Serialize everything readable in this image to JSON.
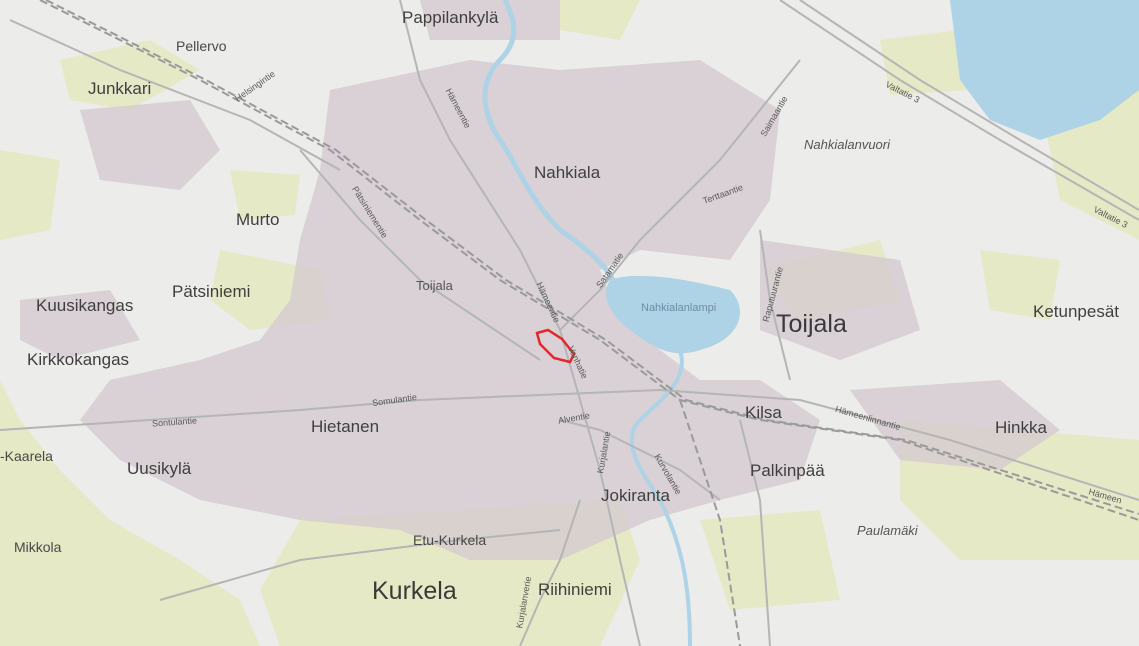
{
  "map": {
    "colors": {
      "land": "#ececea",
      "forest": "#e6e9c5",
      "urban": "#d4cbcf",
      "water": "#aed2e6",
      "road": "#b5b5b5",
      "rail": "#9a9a9a",
      "highlight": "#e3272d"
    },
    "places": {
      "toijala_big": "Toijala",
      "nahkiala": "Nahkiala",
      "kurkela": "Kurkela",
      "pappilankyla": "Pappilankylä",
      "hietanen": "Hietanen",
      "kilsa": "Kilsa",
      "palkinpaa": "Palkinpää",
      "jokiranta": "Jokiranta",
      "murto": "Murto",
      "patsiniemi": "Pätsiniemi",
      "kuusikangas": "Kuusikangas",
      "kirkkokangas": "Kirkkokangas",
      "uusikyla": "Uusikylä",
      "junkkari": "Junkkari",
      "pellervo": "Pellervo",
      "ketunpesat": "Ketunpesät",
      "hinkka": "Hinkka",
      "etu_kurkela": "Etu-Kurkela",
      "riihiniemi": "Riihiniemi",
      "mikkola": "Mikkola",
      "kaarela": "-Kaarela",
      "toijala_small": "Toijala"
    },
    "terrain": {
      "nahkialanvuori": "Nahkialanvuori",
      "paulamaki": "Paulamäki"
    },
    "water": {
      "nahkialanlampi": "Nahkialanlampi"
    },
    "roads": {
      "valtatie3_a": "Valtatie 3",
      "valtatie3_b": "Valtatie 3",
      "hameentie_n": "Hämeentie",
      "hameentie_c": "Hämeentie",
      "satamatie": "Satamatie",
      "patsiniementie": "Pätsiniementie",
      "somulantie": "Somulantie",
      "sontulantie": "Sontulantie",
      "alventie": "Alventie",
      "kurjalantie": "Kurjalantie",
      "kurvolantie": "Kurvolantie",
      "hameenlinnantie": "Hämeenlinnantie",
      "hameenlinnantie_e": "Hämeen",
      "raputuurantie": "Raputuurantie",
      "terttaantie": "Terttaantie",
      "samimantie": "Saimaantie",
      "helsingintie": "Helsingintie",
      "kurjalanverie": "Kurjalanverie",
      "vanhatie": "Vanhatie"
    }
  }
}
